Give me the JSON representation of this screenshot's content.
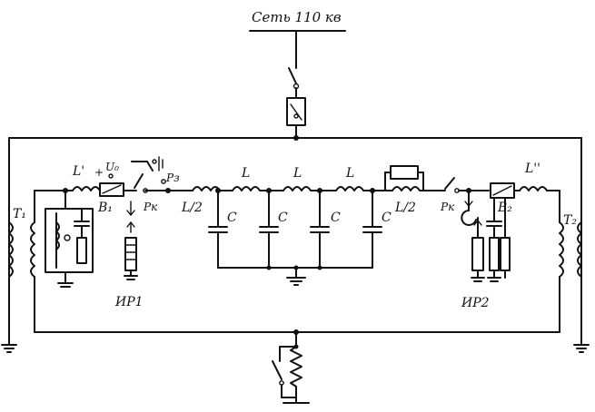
{
  "network_label": "Сеть 110 кв",
  "labels": {
    "t1": "T₁",
    "t2": "T₂",
    "l_prime": "L'",
    "l_double": "L''",
    "u0": "U₀",
    "b1": "B₁",
    "b2": "B₂",
    "p3": "Pз",
    "pk_left": "Pк",
    "pk_right": "Pк",
    "l_half_left": "L/2",
    "l_half_right": "L/2",
    "l1": "L",
    "l2": "L",
    "l3": "L",
    "c1": "C",
    "c2": "C",
    "c3": "C",
    "c4": "C",
    "ir1": "ИР1",
    "ir2": "ИР2"
  }
}
